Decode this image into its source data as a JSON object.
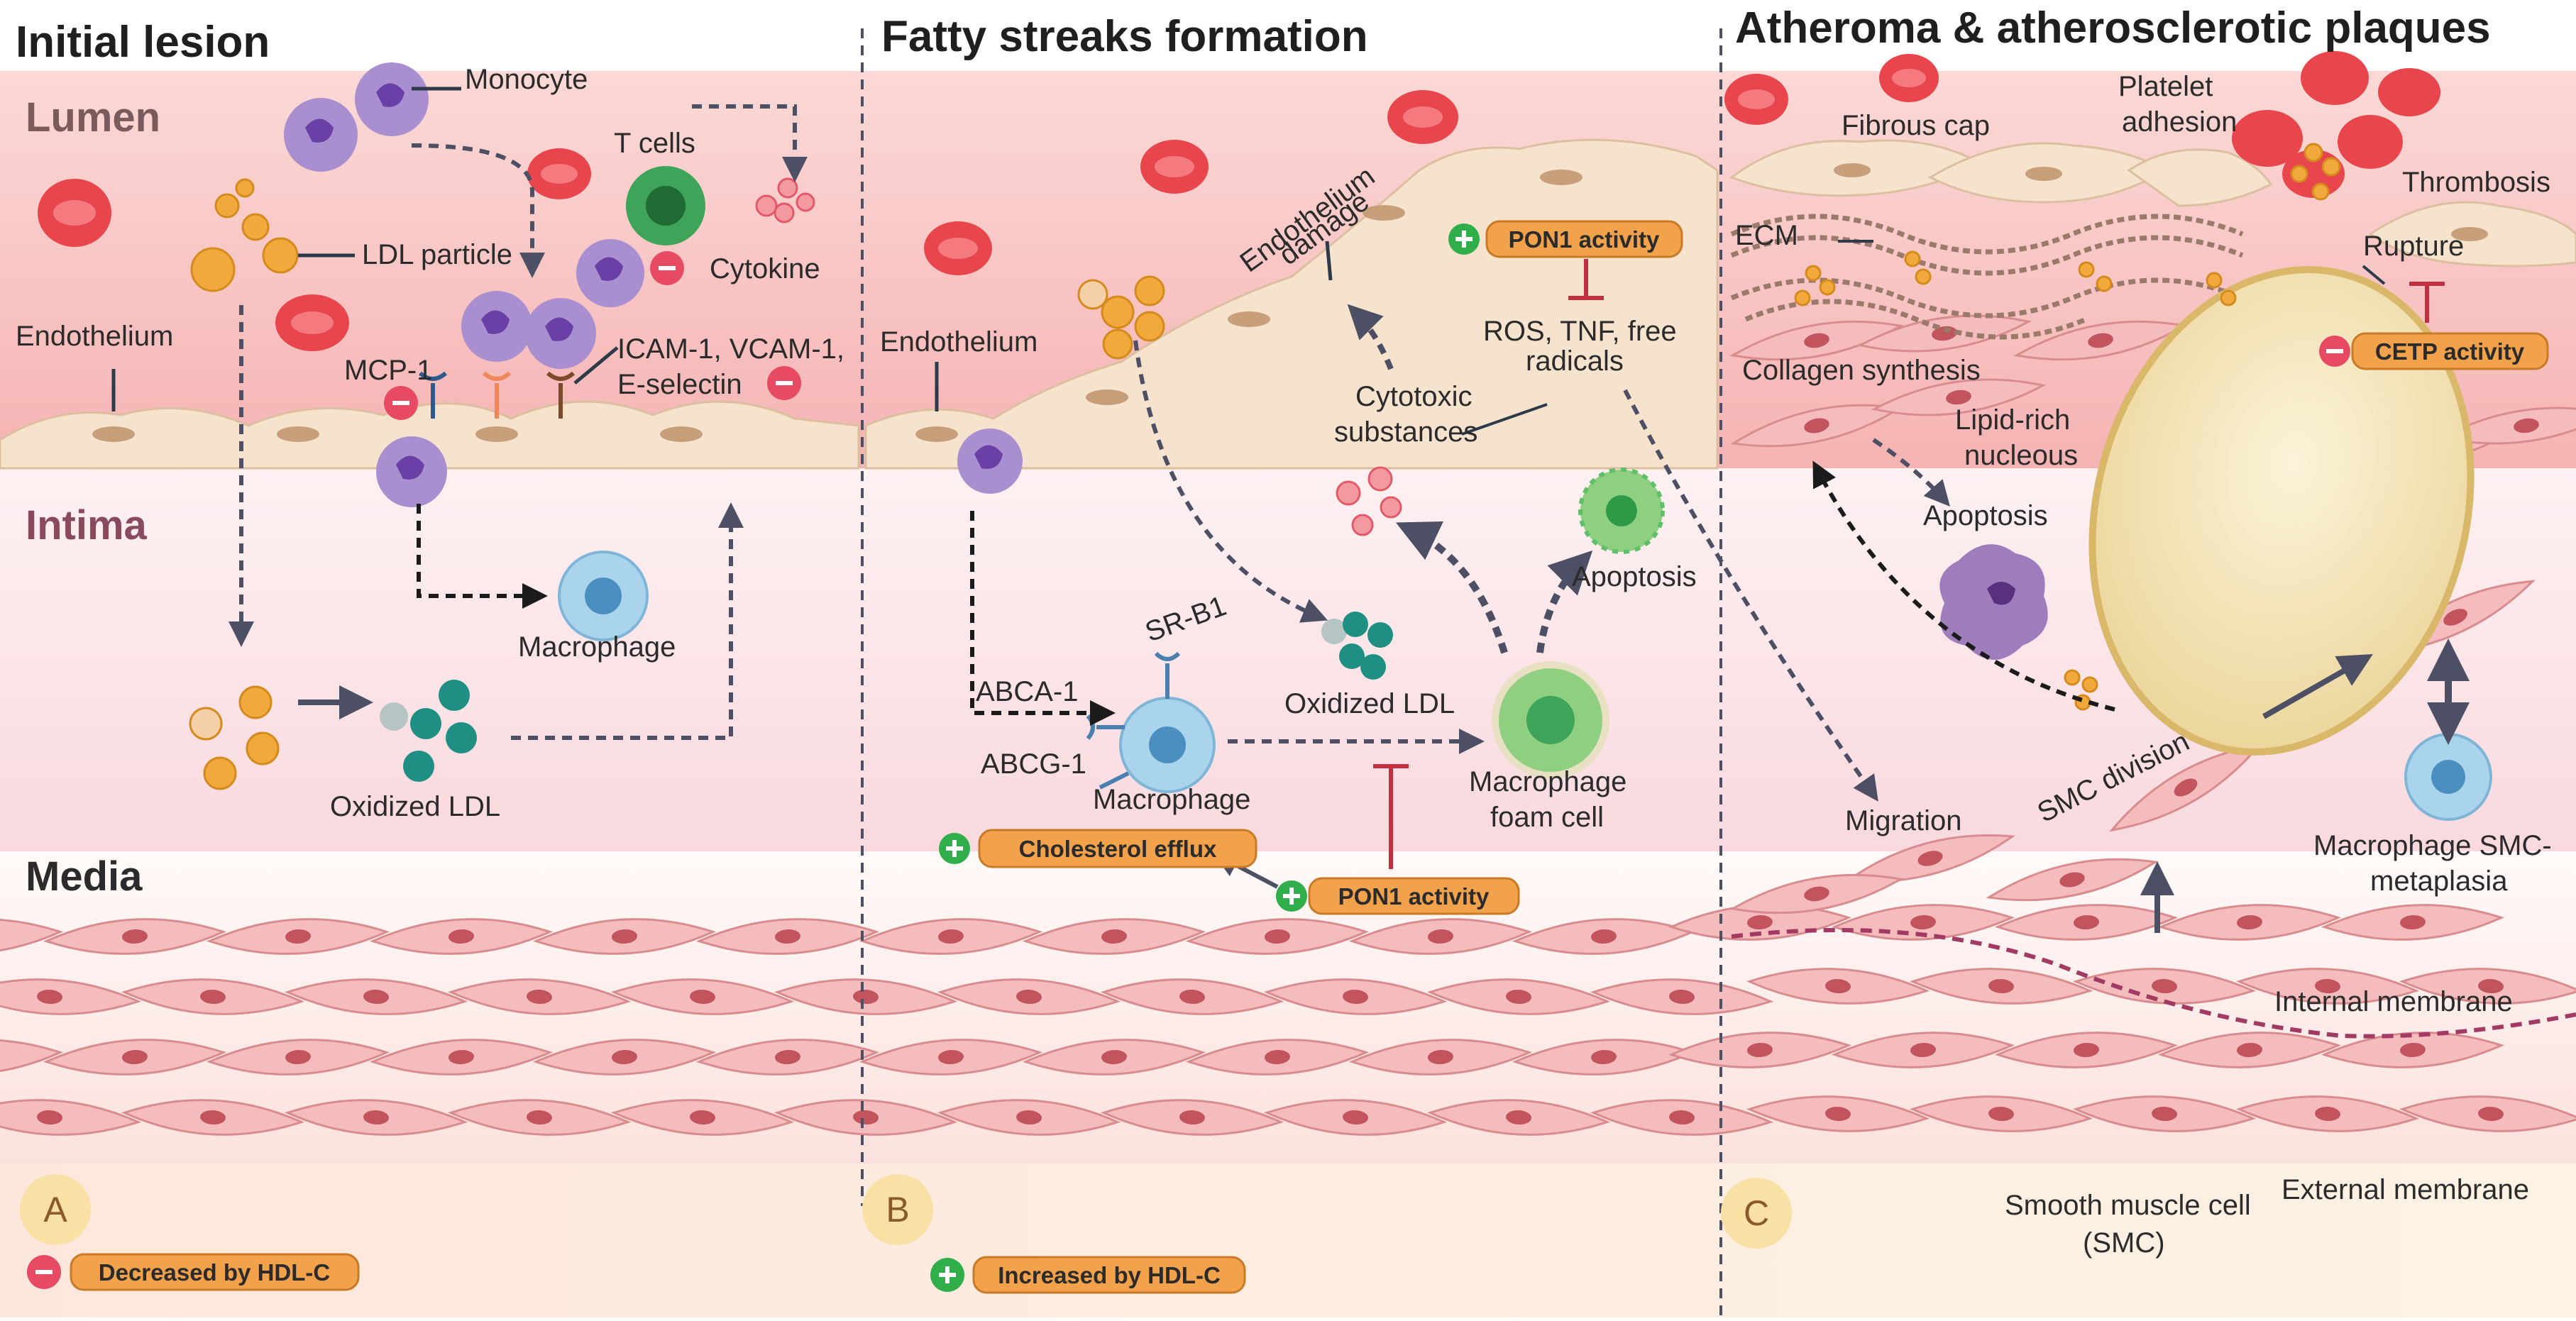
{
  "panels": [
    {
      "letter": "A",
      "heading": "Initial lesion"
    },
    {
      "letter": "B",
      "heading": "Fatty streaks formation"
    },
    {
      "letter": "C",
      "heading": "Atheroma & atherosclerotic plaques"
    }
  ],
  "layers": {
    "lumen": "Lumen",
    "intima": "Intima",
    "media": "Media"
  },
  "labels_a": {
    "monocyte": "Monocyte",
    "t_cells": "T cells",
    "cytokine": "Cytokine",
    "ldl_particle": "LDL particle",
    "endothelium": "Endothelium",
    "mcp1": "MCP-1",
    "icam_line1": "ICAM-1, VCAM-1,",
    "icam_line2": "E-selectin",
    "macrophage": "Macrophage",
    "oxidized_ldl": "Oxidized LDL"
  },
  "labels_b": {
    "endothelium": "Endothelium",
    "damage_line1": "Endothelium",
    "damage_line2": "damage",
    "ros_line1": "ROS, TNF, free",
    "ros_line2": "radicals",
    "cytotoxic_line1": "Cytotoxic",
    "cytotoxic_line2": "substances",
    "apoptosis": "Apoptosis",
    "sr_b1": "SR-B1",
    "abca1": "ABCA-1",
    "abcg1": "ABCG-1",
    "macrophage": "Macrophage",
    "oxidized_ldl": "Oxidized LDL",
    "foam_line1": "Macrophage",
    "foam_line2": "foam cell"
  },
  "labels_c": {
    "fibrous_cap": "Fibrous cap",
    "platelet_line1": "Platelet",
    "platelet_line2": "adhesion",
    "thrombosis": "Thrombosis",
    "ecm": "ECM",
    "rupture": "Rupture",
    "collagen": "Collagen synthesis",
    "lipid_line1": "Lipid-rich",
    "lipid_line2": "nucleous",
    "apoptosis": "Apoptosis",
    "migration": "Migration",
    "smc_division": "SMC division",
    "metaplasia_line1": "Macrophage SMC-",
    "metaplasia_line2": "metaplasia",
    "internal_membrane": "Internal membrane",
    "external_membrane": "External membrane",
    "smc_line1": "Smooth muscle cell",
    "smc_line2": "(SMC)"
  },
  "pills": {
    "pon1_top": "PON1 activity",
    "cetp": "CETP activity",
    "cholesterol_efflux": "Cholesterol efflux",
    "pon1_bottom": "PON1  activity"
  },
  "legend": {
    "decreased": "Decreased by HDL-C",
    "increased": "Increased by HDL-C"
  },
  "colors": {
    "lumen": "#f7c6c6",
    "intima": "#fbe3e6",
    "media": "#fce6e4",
    "bottom": "#fdf0e2",
    "rbc": "#e8454d",
    "monocyte": "#a98fd0",
    "macrophage": "#a9d4ec",
    "foam": "#8fd080",
    "oxldl": "#1f8f83",
    "ldl": "#f2a93b",
    "pill": "#f2a24a",
    "minus": "#e84a63",
    "plus": "#2fae4a",
    "arrow": "#4d5064",
    "plaque": "#f3e3b3"
  }
}
